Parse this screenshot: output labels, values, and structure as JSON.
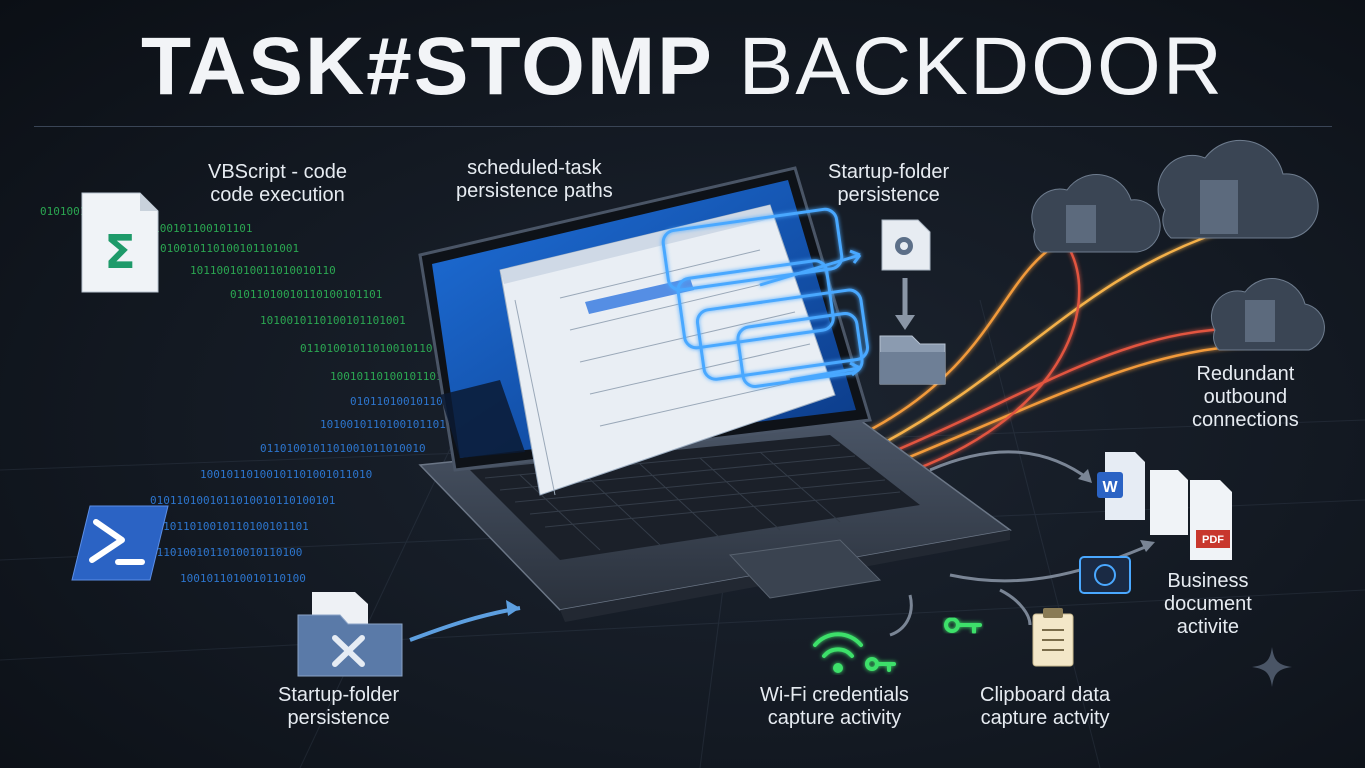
{
  "title": {
    "bold": "TASK#STOMP",
    "light": "BACKDOOR"
  },
  "labels": {
    "vbscript": [
      "VBScript - code",
      "code execution"
    ],
    "scheduled_task": [
      "scheduled-task",
      "persistence paths"
    ],
    "startup_top": [
      "Startup-folder",
      "persistence"
    ],
    "redundant": [
      "Redundant",
      "outbound",
      "connections"
    ],
    "business": [
      "Business",
      "document",
      "activite"
    ],
    "startup_bottom": [
      "Startup-folder",
      "persistence"
    ],
    "wifi": [
      "Wi-Fi credentials",
      "capture activity"
    ],
    "clipboard": [
      "Clipboard data",
      "capture actvity"
    ]
  },
  "icons": {
    "vbscript": "vbscript-file-icon",
    "powershell": "powershell-icon",
    "startup_folder_bottom": "startup-folder-icon",
    "startup_file_top": "gear-file-icon",
    "folder_top": "folder-icon",
    "clouds": "cloud-server-icon",
    "documents": "document-stack-icon",
    "camera": "camera-icon",
    "wifi": "wifi-key-icon",
    "clipboard": "clipboard-icon",
    "sparkle": "sparkle-icon"
  },
  "doc_badges": {
    "word": "W",
    "pdf": "PDF"
  },
  "colors": {
    "binary_green": "#2fbf5a",
    "binary_blue": "#2f7fe0",
    "loop_blue": "#4aa8ff",
    "wire_orange": "#f29a3a",
    "wire_red": "#e2553f",
    "wifi_green": "#3ee06a"
  }
}
